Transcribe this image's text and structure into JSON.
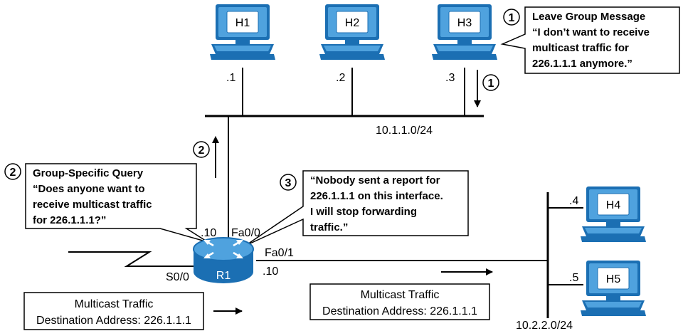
{
  "hosts": [
    {
      "name": "H1",
      "addr": ".1"
    },
    {
      "name": "H2",
      "addr": ".2"
    },
    {
      "name": "H3",
      "addr": ".3"
    },
    {
      "name": "H4",
      "addr": ".4"
    },
    {
      "name": "H5",
      "addr": ".5"
    }
  ],
  "subnets": {
    "top": "10.1.1.0/24",
    "right": "10.2.2.0/24"
  },
  "router": {
    "name": "R1",
    "fa00_label": "Fa0/0",
    "fa00_addr": ".10",
    "fa01_label": "Fa0/1",
    "fa01_addr": ".10",
    "s00_label": "S0/0"
  },
  "steps": [
    "1",
    "1",
    "2",
    "2",
    "3"
  ],
  "callouts": {
    "leave": [
      "Leave Group Message",
      "“I don’t want to receive",
      "multicast traffic for",
      "226.1.1.1 anymore.”"
    ],
    "query": [
      "Group-Specific Query",
      "“Does anyone want to",
      "receive multicast traffic",
      "for 226.1.1.1?”"
    ],
    "nobody": [
      "“Nobody sent a report for",
      "226.1.1.1 on this interface.",
      "I will stop forwarding",
      "traffic.”"
    ]
  },
  "traffic_boxes": [
    {
      "line1": "Multicast Traffic",
      "line2": "Destination Address: 226.1.1.1"
    },
    {
      "line1": "Multicast Traffic",
      "line2": "Destination Address: 226.1.1.1"
    }
  ],
  "colors": {
    "host_body": "#1b6fb3",
    "host_light": "#4fa2de",
    "screen": "#ffffff",
    "router": "#1b6fb3",
    "line": "#000000"
  }
}
